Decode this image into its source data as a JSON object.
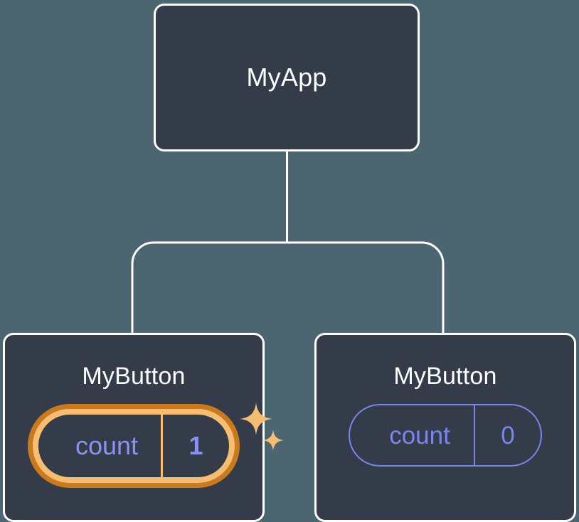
{
  "diagram": {
    "type": "component-tree",
    "background_color": "#4c6671",
    "node_fill_color": "#343b49",
    "node_border_color": "#ffffff",
    "connector_color": "#ffffff",
    "accent_highlight_outer": "#c97a1c",
    "accent_highlight_inner": "#f7bd72",
    "accent_state_color": "#7b85ee"
  },
  "root": {
    "title": "MyApp"
  },
  "children": [
    {
      "title": "MyButton",
      "state": {
        "key": "count",
        "value": "1",
        "highlighted": true,
        "sparkle_large": "sparkle-icon",
        "sparkle_small": "sparkle-icon"
      }
    },
    {
      "title": "MyButton",
      "state": {
        "key": "count",
        "value": "0",
        "highlighted": false
      }
    }
  ]
}
